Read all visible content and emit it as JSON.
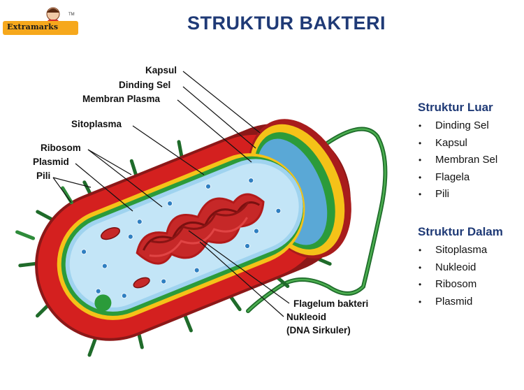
{
  "logo": {
    "text": "Extramarks",
    "tm": "TM"
  },
  "title": "STRUKTUR BAKTERI",
  "labels": {
    "kapsul": "Kapsul",
    "dinding_sel": "Dinding Sel",
    "membran_plasma": "Membran Plasma",
    "sitoplasma": "Sitoplasma",
    "ribosom": "Ribosom",
    "plasmid": "Plasmid",
    "pili": "Pili",
    "flagelum": "Flagelum bakteri",
    "nukleoid": "Nukleoid",
    "dna": "(DNA Sirkuler)"
  },
  "struktur_luar": {
    "heading": "Struktur Luar",
    "items": [
      "Dinding Sel",
      "Kapsul",
      "Membran Sel",
      "Flagela",
      "Pili"
    ]
  },
  "struktur_dalam": {
    "heading": "Struktur Dalam",
    "items": [
      "Sitoplasma",
      "Nukleoid",
      "Ribosom",
      "Plasmid"
    ]
  },
  "colors": {
    "title": "#1f3a76",
    "capsule": "#d4201f",
    "capsule_dark": "#8c1818",
    "wall": "#f5c218",
    "membrane": "#2b9b3a",
    "cytoplasm": "#9fd3ef",
    "pili": "#2e7d32",
    "dna": "#b21a1a"
  }
}
